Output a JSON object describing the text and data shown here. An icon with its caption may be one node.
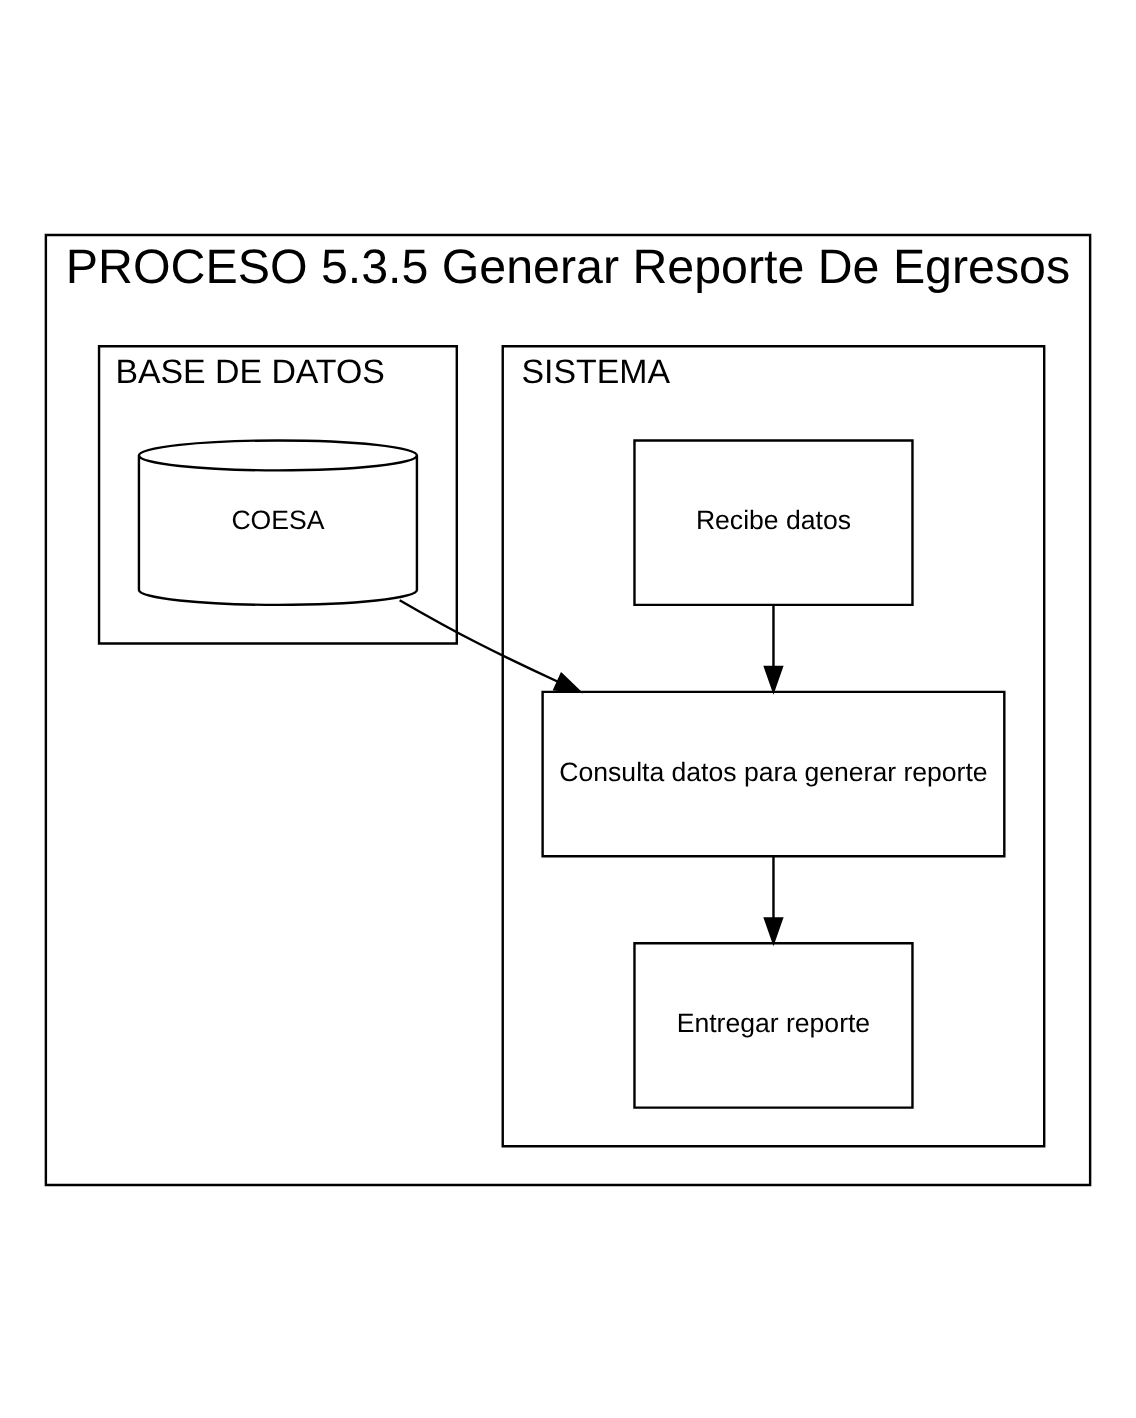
{
  "diagram": {
    "nodes": [
      {
        "text": [
          "PROCESO 5.3.5 Generar Reporte De Egresos"
        ]
      },
      {
        "text": [
          "SISTEMA"
        ],
        "in": 0
      },
      {
        "text": [
          "BASE DE DATOS"
        ],
        "in": 0
      },
      {
        "text": [
          "Recibe datos"
        ],
        "in": 1
      },
      {
        "text": [
          "Consulta datos para generar reporte"
        ],
        "in": 1
      },
      {
        "text": [
          "Entregar reporte"
        ],
        "in": 1
      },
      {
        "text": [
          "COESA"
        ],
        "in": 2
      }
    ],
    "edges": [
      {
        "from": 3,
        "to": 4,
        "arrow": "to"
      },
      {
        "from": 6,
        "to": 4,
        "arrow": "to"
      },
      {
        "from": 4,
        "to": 5,
        "arrow": "to"
      }
    ]
  }
}
